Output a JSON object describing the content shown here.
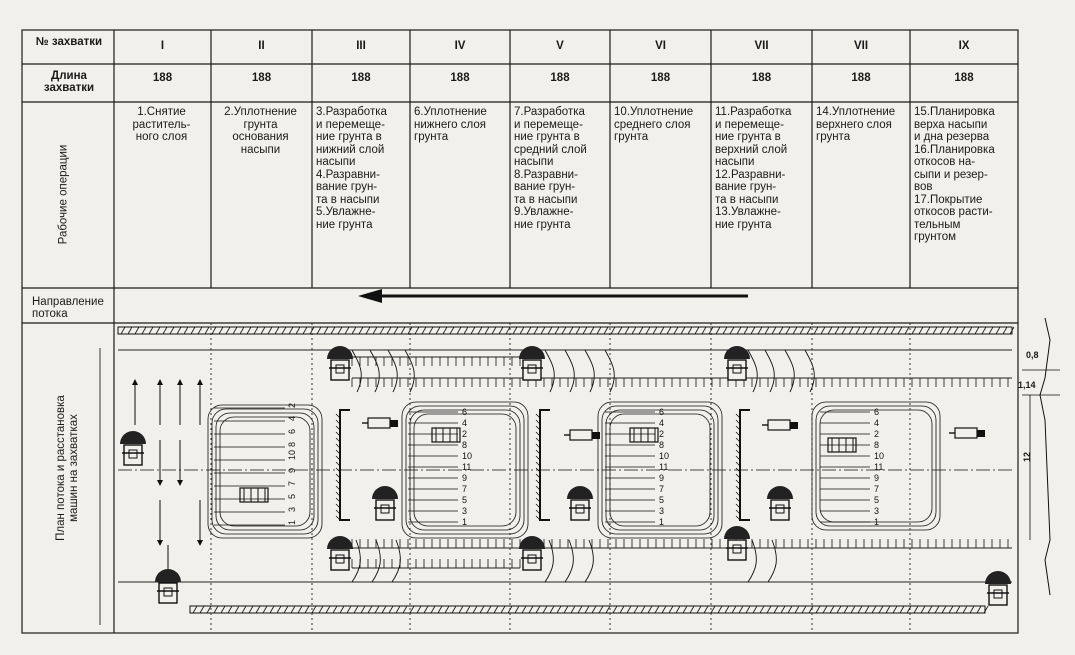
{
  "table": {
    "header_rows": [
      {
        "label": "№\nзахватки",
        "cells": [
          "I",
          "II",
          "III",
          "IV",
          "V",
          "VI",
          "VII",
          "VII",
          "IX"
        ]
      },
      {
        "label": "Длина\nзахватки",
        "cells": [
          "188",
          "188",
          "188",
          "188",
          "188",
          "188",
          "188",
          "188",
          "188"
        ]
      }
    ],
    "ops_row_label": "Рабочие операции",
    "operations": [
      "1.Снятие\nраститель-\nного слоя",
      "2.Уплотнение\nгрунта\nоснования\nнасыпи",
      "3.Разработка\nи перемеще-\nние грунта в\nнижний слой\nнасыпи\n4.Разравни-\nвание грун-\nта в насыпи\n5.Увлажне-\nние грунта",
      "6.Уплотнение\nнижнего слоя\nгрунта",
      "7.Разработка\nи перемеще-\nние грунта в\nсредний слой\nнасыпи\n8.Разравни-\nвание грун-\nта в насыпи\n9.Увлажне-\nние грунта",
      "10.Уплотнение\nсреднего слоя\nгрунта",
      "11.Разработка\nи перемеще-\nние грунта в\nверхний слой\nнасыпи\n12.Разравни-\nвание грун-\nта в насыпи\n13.Увлажне-\nние грунта",
      "14.Уплотнение\nверхнего слоя\nгрунта",
      "15.Планировка\nверха насыпи\nи дна резерва\n16.Планировка\nоткосов на-\nсыпи и резер-\nвов\n17.Покрытие\nоткосов расти-\nтельным\nгрунтом"
    ],
    "flow_label": "Направление\nпотока",
    "plan_label": "План потока и расстановка\nмашин на захватках"
  },
  "dimensions": {
    "d1": "0,8",
    "d2": "1,14",
    "d3": "12"
  },
  "lane_numbers_left": [
    "2",
    "4",
    "6",
    "8",
    "10",
    "9",
    "7",
    "5",
    "3",
    "1"
  ],
  "lane_numbers_group": [
    "6",
    "4",
    "2",
    "8",
    "10",
    "11",
    "9",
    "7",
    "5",
    "3",
    "1"
  ]
}
